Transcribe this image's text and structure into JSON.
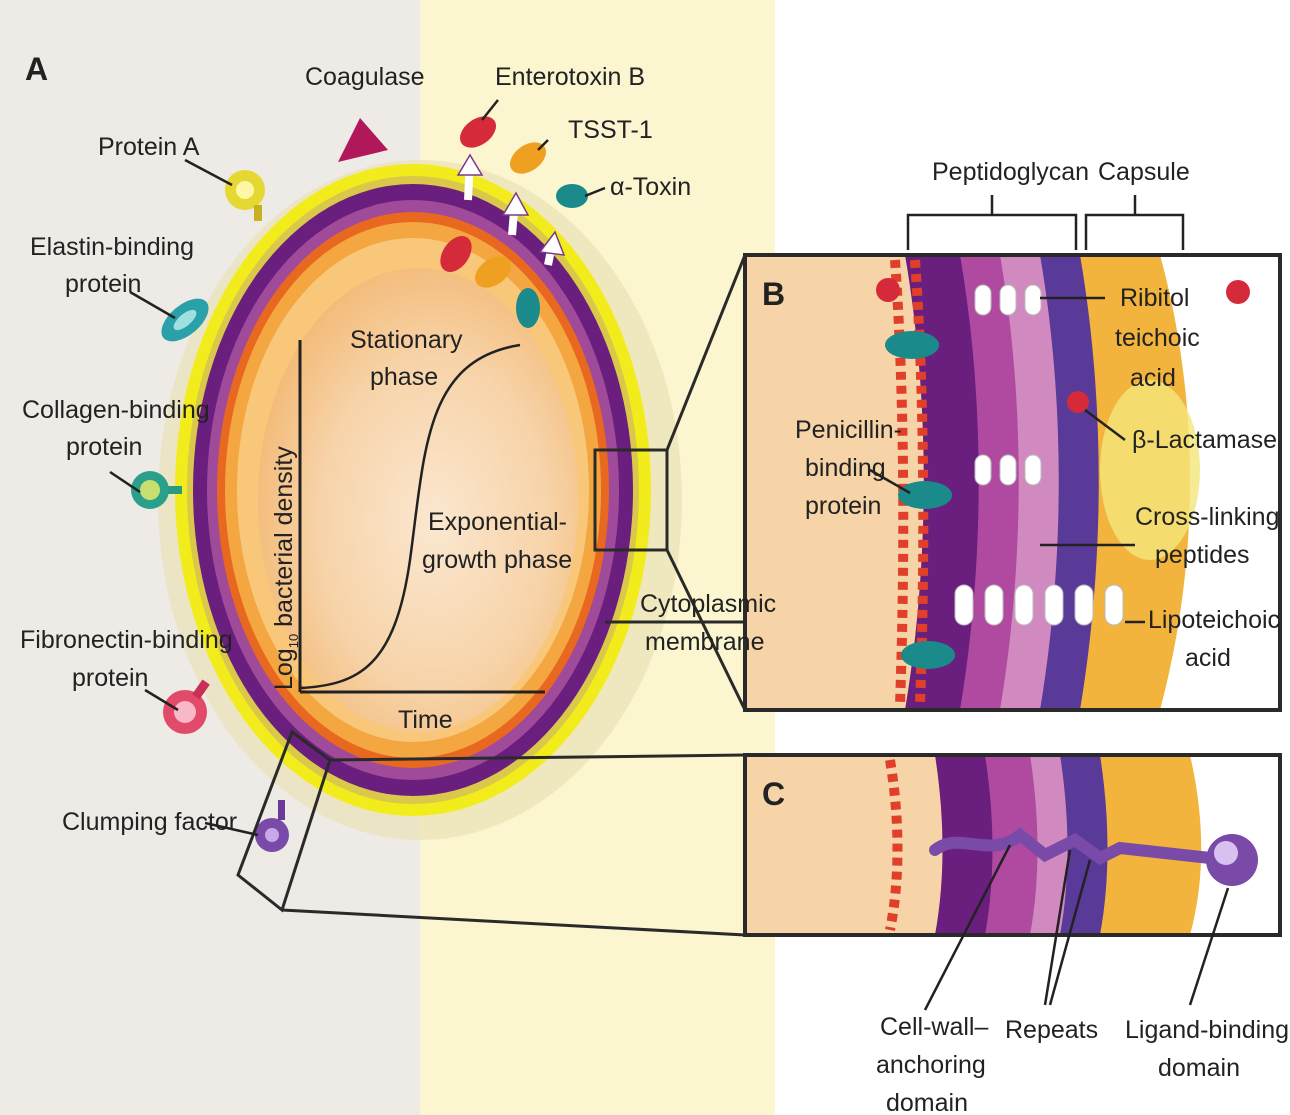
{
  "panels": {
    "a": "A",
    "b": "B",
    "c": "C"
  },
  "surface_proteins": {
    "coagulase": "Coagulase",
    "protein_a": "Protein A",
    "elastin_binding_1": "Elastin-binding",
    "elastin_binding_2": "protein",
    "collagen_binding_1": "Collagen-binding",
    "collagen_binding_2": "protein",
    "fibronectin_binding_1": "Fibronectin-binding",
    "fibronectin_binding_2": "protein",
    "clumping_factor": "Clumping factor"
  },
  "toxins": {
    "enterotoxin_b": "Enterotoxin B",
    "tsst1": "TSST-1",
    "alpha_toxin": "α-Toxin"
  },
  "growth_curve": {
    "y_axis_prefix": "Log",
    "y_axis_sub": "10",
    "y_axis_rest": " bacterial density",
    "x_axis": "Time",
    "stationary_1": "Stationary",
    "stationary_2": "phase",
    "exponential_1": "Exponential-",
    "exponential_2": "growth phase"
  },
  "cell_envelope": {
    "cytoplasmic_1": "Cytoplasmic",
    "cytoplasmic_2": "membrane",
    "peptidoglycan": "Peptidoglycan",
    "capsule": "Capsule",
    "ribitol_1": "Ribitol",
    "ribitol_2": "teichoic",
    "ribitol_3": "acid",
    "beta_lactamase": "β-Lactamase",
    "pbp_1": "Penicillin-",
    "pbp_2": "binding",
    "pbp_3": "protein",
    "crosslink_1": "Cross-linking",
    "crosslink_2": "peptides",
    "lipoteichoic_1": "Lipoteichoic",
    "lipoteichoic_2": "acid"
  },
  "clumping_domains": {
    "anchor_1": "Cell-wall–",
    "anchor_2": "anchoring",
    "anchor_3": "domain",
    "repeats": "Repeats",
    "ligand_1": "Ligand-binding",
    "ligand_2": "domain"
  },
  "colors": {
    "yellow_outer": "#f2ec1c",
    "purple_wall": "#6a1e7e",
    "orange_layer": "#f4a640",
    "cytoplasm": "#f7d4a8",
    "bg_left": "#eeeae6",
    "bg_middle": "#fbf5d0"
  }
}
